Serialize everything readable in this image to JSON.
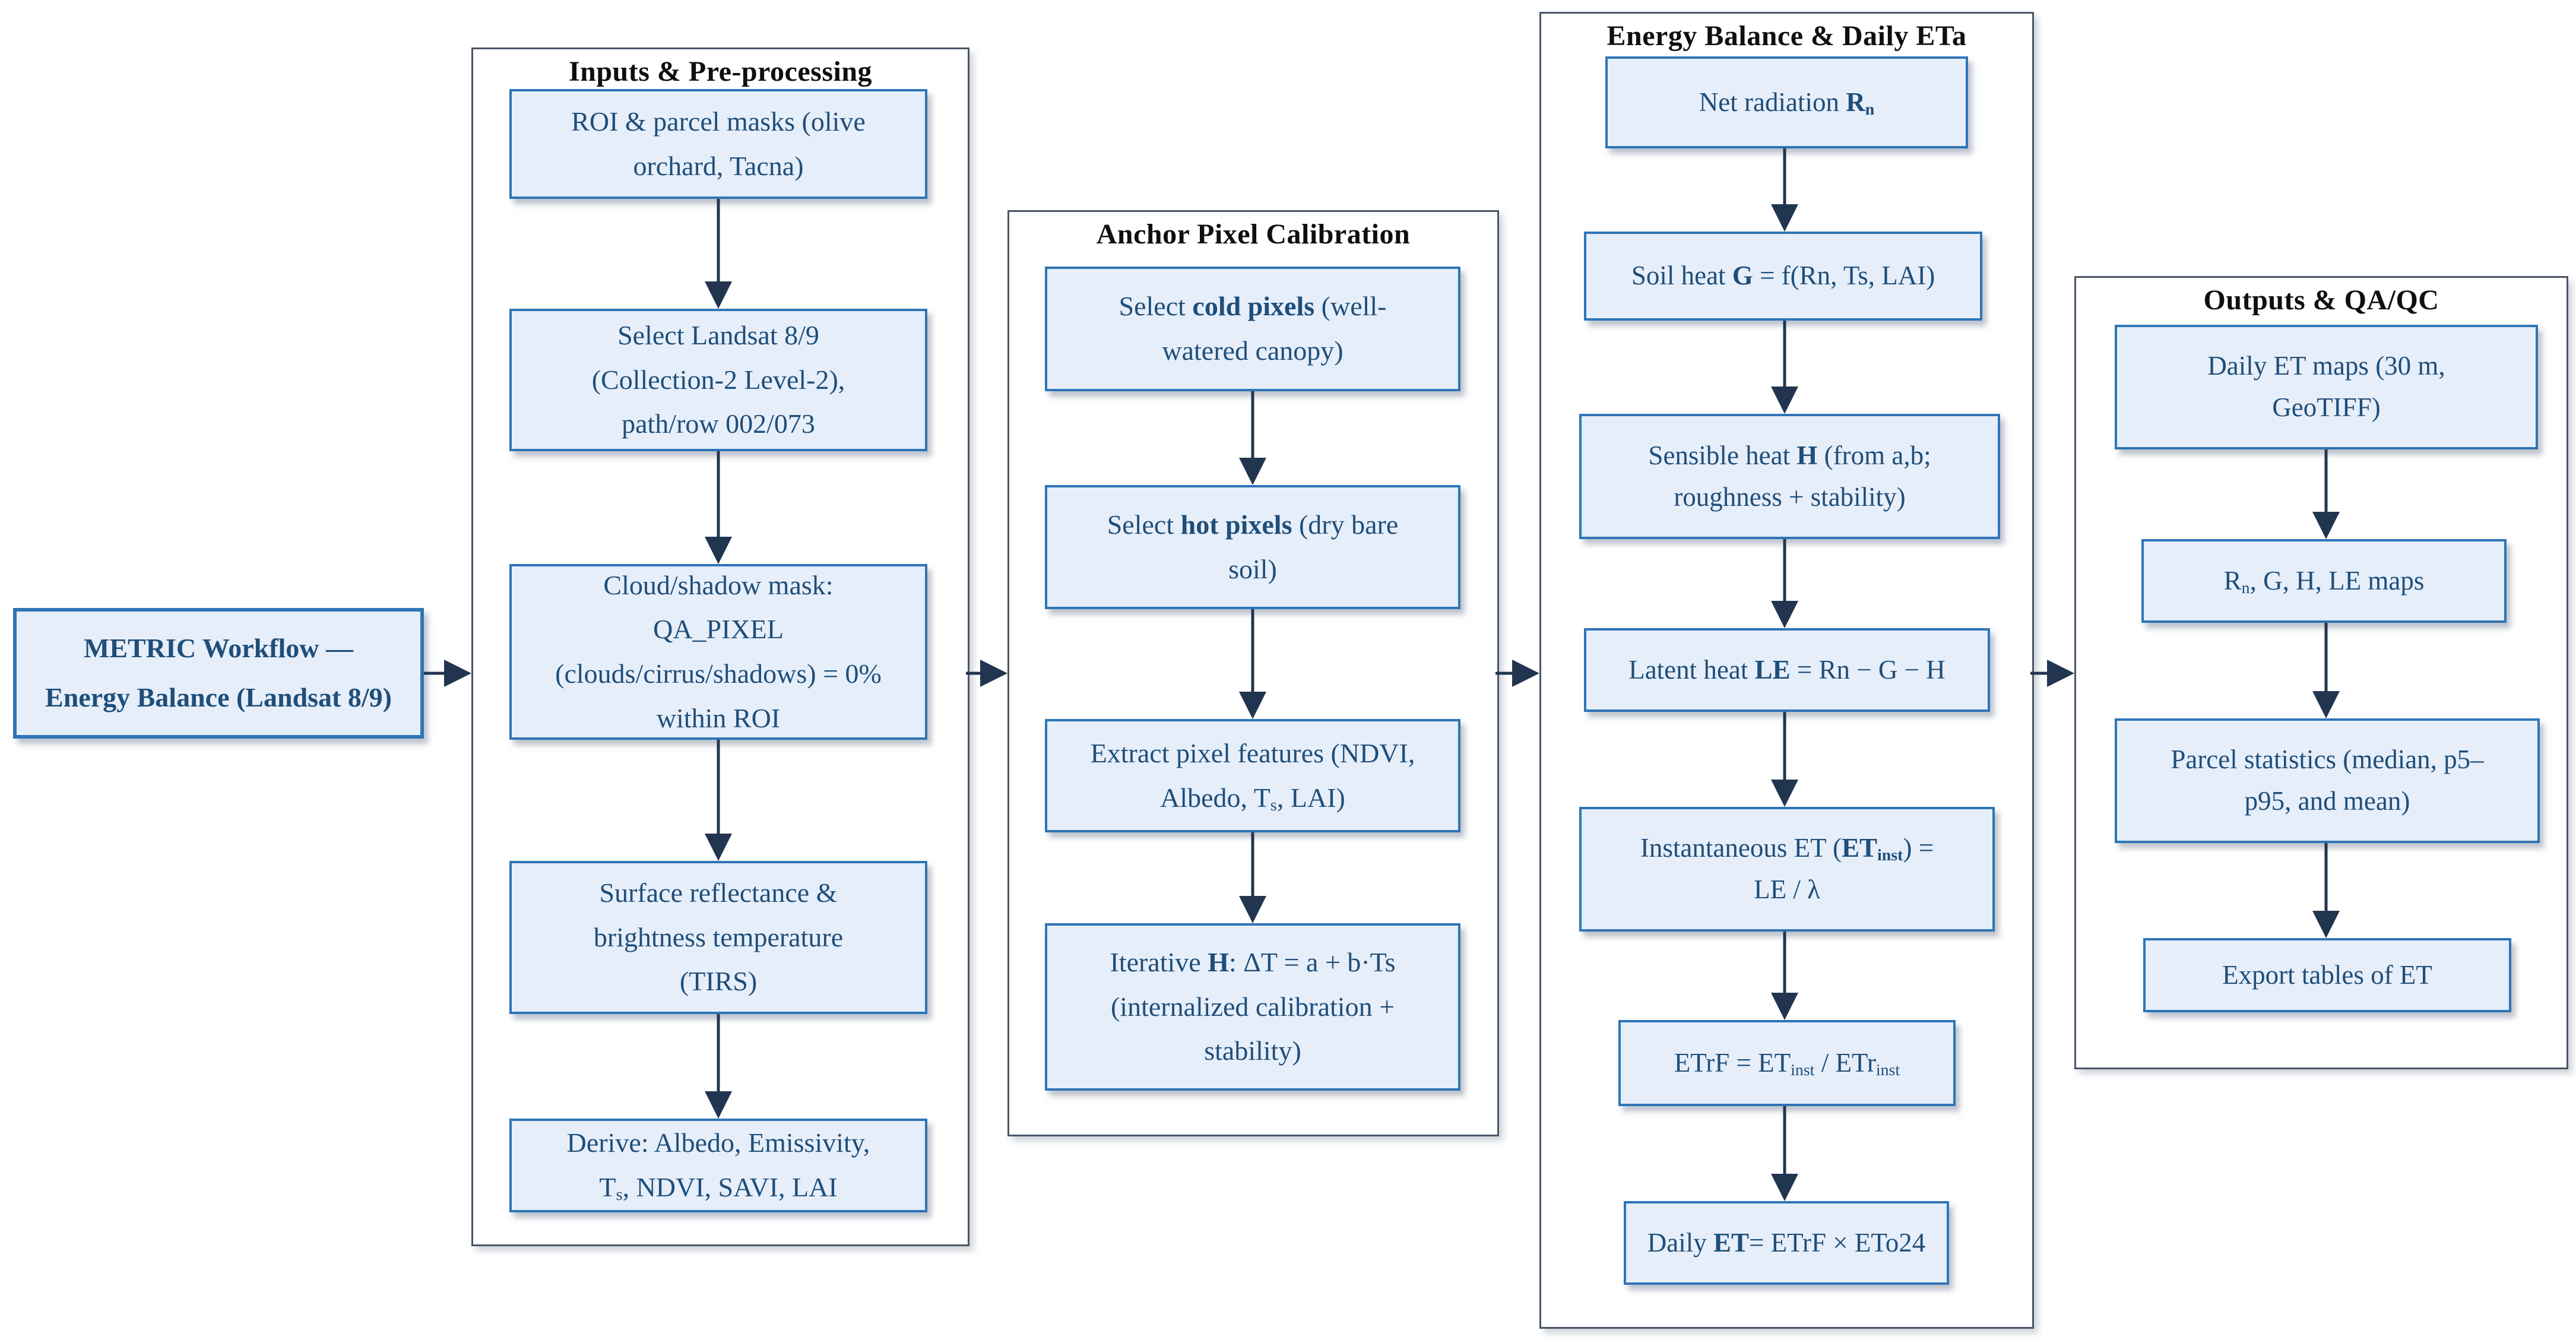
{
  "root": {
    "lines": [
      [
        {
          "t": "METRIC Workflow —",
          "b": true
        }
      ],
      [
        {
          "t": "Energy Balance (Landsat 8/9)",
          "b": true
        }
      ]
    ]
  },
  "groups": [
    {
      "title": "Inputs & Pre-processing",
      "boxes": [
        {
          "lines": [
            [
              {
                "t": "ROI & parcel masks (olive"
              }
            ],
            [
              {
                "t": "orchard, Tacna)"
              }
            ]
          ]
        },
        {
          "lines": [
            [
              {
                "t": "Select Landsat 8/9"
              }
            ],
            [
              {
                "t": "(Collection-2 Level-2),"
              }
            ],
            [
              {
                "t": "path/row 002/073"
              }
            ]
          ]
        },
        {
          "lines": [
            [
              {
                "t": "Cloud/shadow mask:"
              }
            ],
            [
              {
                "t": "QA_PIXEL"
              }
            ],
            [
              {
                "t": "(clouds/cirrus/shadows) = 0%"
              }
            ],
            [
              {
                "t": "within ROI"
              }
            ]
          ]
        },
        {
          "lines": [
            [
              {
                "t": "Surface reflectance &"
              }
            ],
            [
              {
                "t": "brightness temperature"
              }
            ],
            [
              {
                "t": "(TIRS)"
              }
            ]
          ]
        },
        {
          "lines": [
            [
              {
                "t": "Derive: Albedo, Emissivity,"
              }
            ],
            [
              {
                "t": "T"
              },
              {
                "t": "s",
                "s": true
              },
              {
                "t": ", NDVI, SAVI, LAI"
              }
            ]
          ]
        }
      ]
    },
    {
      "title": "Anchor Pixel Calibration",
      "boxes": [
        {
          "lines": [
            [
              {
                "t": "Select "
              },
              {
                "t": "cold pixels",
                "b": true
              },
              {
                "t": " (well-"
              }
            ],
            [
              {
                "t": "watered canopy)"
              }
            ]
          ]
        },
        {
          "lines": [
            [
              {
                "t": "Select "
              },
              {
                "t": "hot pixels",
                "b": true
              },
              {
                "t": " (dry bare"
              }
            ],
            [
              {
                "t": "soil)"
              }
            ]
          ]
        },
        {
          "lines": [
            [
              {
                "t": "Extract pixel features (NDVI,"
              }
            ],
            [
              {
                "t": "Albedo, T"
              },
              {
                "t": "s",
                "s": true
              },
              {
                "t": ", LAI)"
              }
            ]
          ]
        },
        {
          "lines": [
            [
              {
                "t": "Iterative "
              },
              {
                "t": "H",
                "b": true
              },
              {
                "t": ": ΔT = a + b·Ts"
              }
            ],
            [
              {
                "t": "(internalized calibration +"
              }
            ],
            [
              {
                "t": "stability)"
              }
            ]
          ]
        }
      ]
    },
    {
      "title": "Energy Balance & Daily ETa",
      "boxes": [
        {
          "lines": [
            [
              {
                "t": "Net radiation "
              },
              {
                "t": "R",
                "b": true
              },
              {
                "t": "n",
                "b": true,
                "s": true
              }
            ]
          ]
        },
        {
          "lines": [
            [
              {
                "t": "Soil heat "
              },
              {
                "t": "G",
                "b": true
              },
              {
                "t": " = f(Rn, Ts, LAI)"
              }
            ]
          ]
        },
        {
          "lines": [
            [
              {
                "t": "Sensible heat "
              },
              {
                "t": "H",
                "b": true
              },
              {
                "t": " (from a,b;"
              }
            ],
            [
              {
                "t": "roughness + stability)"
              }
            ]
          ]
        },
        {
          "lines": [
            [
              {
                "t": "Latent heat "
              },
              {
                "t": "LE",
                "b": true
              },
              {
                "t": " = Rn − G − H"
              }
            ]
          ]
        },
        {
          "lines": [
            [
              {
                "t": "Instantaneous ET ("
              },
              {
                "t": "ET",
                "b": true
              },
              {
                "t": "inst",
                "b": true,
                "s": true
              },
              {
                "t": ") ="
              }
            ],
            [
              {
                "t": "LE / λ"
              }
            ]
          ]
        },
        {
          "lines": [
            [
              {
                "t": "ETrF = ET"
              },
              {
                "t": "inst",
                "s": true
              },
              {
                "t": " / ETr"
              },
              {
                "t": "inst",
                "s": true
              }
            ]
          ]
        },
        {
          "lines": [
            [
              {
                "t": "Daily "
              },
              {
                "t": "ET",
                "b": true
              },
              {
                "t": "= ETrF × ETo24"
              }
            ]
          ]
        }
      ]
    },
    {
      "title": "Outputs & QA/QC",
      "boxes": [
        {
          "lines": [
            [
              {
                "t": "Daily ET maps (30 m,"
              }
            ],
            [
              {
                "t": "GeoTIFF)"
              }
            ]
          ]
        },
        {
          "lines": [
            [
              {
                "t": "R"
              },
              {
                "t": "n",
                "s": true
              },
              {
                "t": ", G, H, LE maps"
              }
            ]
          ]
        },
        {
          "lines": [
            [
              {
                "t": "Parcel statistics (median, p5–"
              }
            ],
            [
              {
                "t": "p95, and mean)"
              }
            ]
          ]
        },
        {
          "lines": [
            [
              {
                "t": "Export tables of ET"
              }
            ]
          ]
        }
      ]
    }
  ],
  "colors": {
    "box_fill": "#e6eefa",
    "box_border": "#2e75b6",
    "group_border": "#4a5568",
    "arrow": "#223550",
    "box_text": "#1f4e79",
    "header_text": "#0f0f0f"
  }
}
